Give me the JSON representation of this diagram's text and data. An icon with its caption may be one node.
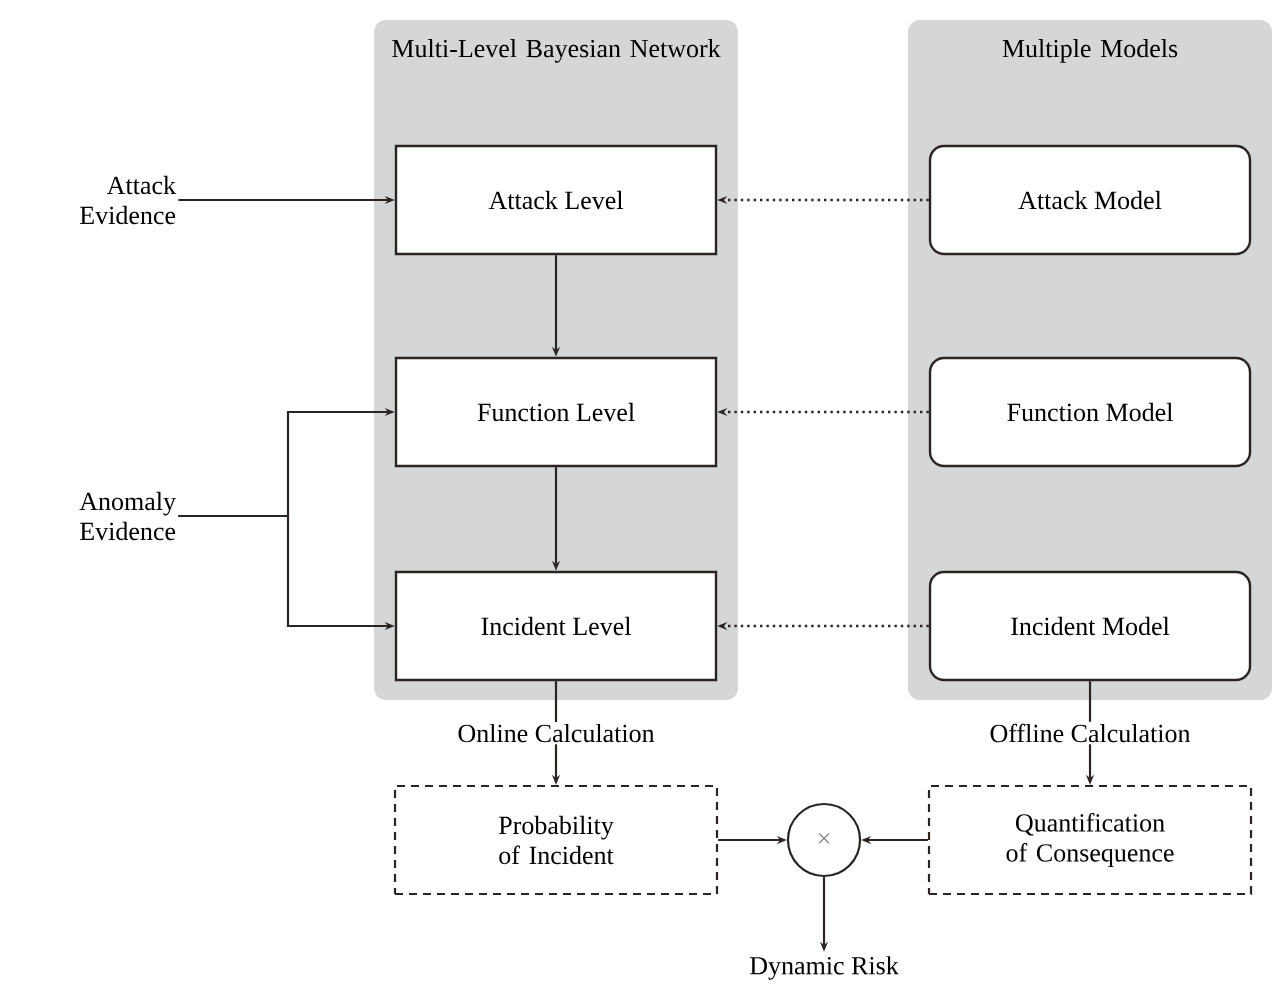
{
  "diagram": {
    "nodes": [
      {
        "text": [
          "Multi-Level Bayesian Network"
        ]
      },
      {
        "text": [
          "Attack Level"
        ],
        "in": 0
      },
      {
        "text": [
          "Function Level"
        ],
        "in": 0
      },
      {
        "text": [
          "Incident Level"
        ],
        "in": 0
      },
      {
        "text": [
          "Multiple Models"
        ]
      },
      {
        "text": [
          "Attack Model"
        ],
        "in": 4
      },
      {
        "text": [
          "Function Model"
        ],
        "in": 4
      },
      {
        "text": [
          "Incident Model"
        ],
        "in": 4
      },
      {
        "text": [
          "Attack Evidence"
        ]
      },
      {
        "text": [
          "Anomaly Evidence"
        ]
      },
      {
        "text": [
          "Probability of Incident"
        ]
      },
      {
        "text": [
          "Quantification of Consequence"
        ]
      },
      {
        "text": [
          "×"
        ]
      },
      {
        "text": [
          "Dynamic Risk"
        ]
      }
    ],
    "edges": [
      {
        "from": 8,
        "to": 1,
        "arrow": "to"
      },
      {
        "from": 1,
        "to": 2,
        "arrow": "to"
      },
      {
        "from": 2,
        "to": 3,
        "arrow": "to"
      },
      {
        "from": 9,
        "to": 2,
        "arrow": "to"
      },
      {
        "from": 9,
        "to": 3,
        "arrow": "to"
      },
      {
        "from": 5,
        "to": 1,
        "arrow": "to",
        "style": "dashed"
      },
      {
        "from": 6,
        "to": 2,
        "arrow": "to",
        "style": "dashed"
      },
      {
        "from": 7,
        "to": 3,
        "arrow": "to",
        "style": "dashed"
      },
      {
        "from": 3,
        "to": 10,
        "arrow": "to",
        "label": "Online Calculation"
      },
      {
        "from": 7,
        "to": 11,
        "arrow": "to",
        "label": "Offline Calculation"
      },
      {
        "from": 10,
        "to": 12,
        "arrow": "to"
      },
      {
        "from": 11,
        "to": 12,
        "arrow": "to"
      },
      {
        "from": 12,
        "to": 13,
        "arrow": "to"
      }
    ]
  }
}
